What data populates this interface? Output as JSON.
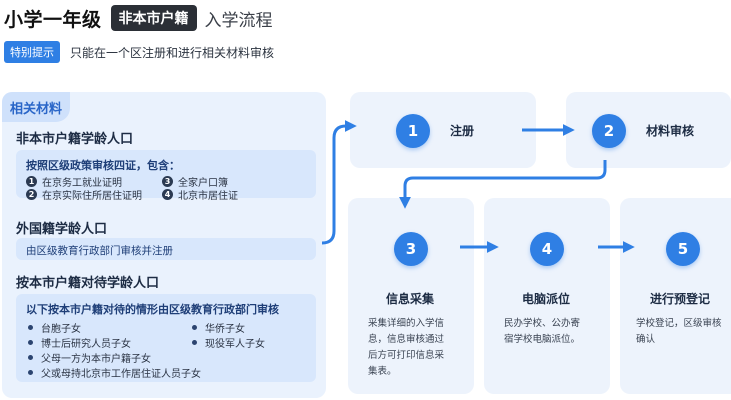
{
  "header": {
    "title": "小学一年级",
    "badge": "非本市户籍",
    "subtitle": "入学流程"
  },
  "tip": {
    "badge": "特别提示",
    "text": "只能在一个区注册和进行相关材料审核"
  },
  "materials": {
    "tab_label": "相关材料",
    "section1": {
      "title": "非本市户籍学龄人口",
      "card_title": "按照区级政策审核四证，包含：",
      "items": [
        {
          "num": "1",
          "text": "在京务工就业证明"
        },
        {
          "num": "2",
          "text": "在京实际住所居住证明"
        },
        {
          "num": "3",
          "text": "全家户口簿"
        },
        {
          "num": "4",
          "text": "北京市居住证"
        }
      ]
    },
    "section2": {
      "title": "外国籍学龄人口",
      "card_text": "由区级教育行政部门审核并注册"
    },
    "section3": {
      "title": "按本市户籍对待学龄人口",
      "card_title": "以下按本市户籍对待的情形由区级教育行政部门审核",
      "items": [
        "台胞子女",
        "华侨子女",
        "博士后研究人员子女",
        "现役军人子女",
        "父母一方为本市户籍子女",
        "父或母持北京市工作居住证人员子女"
      ]
    }
  },
  "steps": [
    {
      "num": "1",
      "label": "注册",
      "desc": ""
    },
    {
      "num": "2",
      "label": "材料审核",
      "desc": ""
    },
    {
      "num": "3",
      "label": "信息采集",
      "desc_lines": [
        "采集详细的入学信",
        "息，信息审核通过",
        "后方可打印信息采",
        "集表。"
      ]
    },
    {
      "num": "4",
      "label": "电脑派位",
      "desc_lines": [
        "民办学校、公办寄",
        "宿学校电脑派位。"
      ]
    },
    {
      "num": "5",
      "label": "进行预登记",
      "desc_lines": [
        "学校登记，区级审核",
        "确认"
      ]
    }
  ],
  "colors": {
    "accent": "#2f7fe4",
    "panel_bg": "#eaf2fd",
    "card_bg": "#d8e7fc"
  }
}
